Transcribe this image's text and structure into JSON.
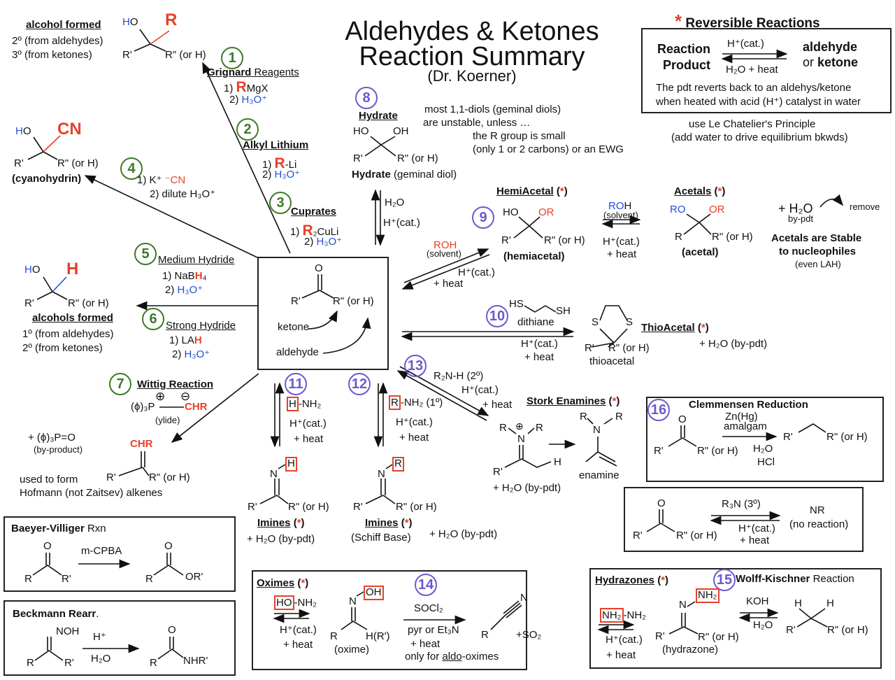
{
  "title": {
    "line1": "Aldehydes & Ketones",
    "line2": "Reaction Summary",
    "author": "(Dr. Koerner)"
  },
  "colors": {
    "red": "#e8402a",
    "blue": "#2050d8",
    "green": "#3c7a28",
    "purple": "#6a5ad0"
  },
  "center": {
    "o": "O",
    "r1": "R'",
    "r2": "R\" (or H)",
    "ketone": "ketone",
    "aldehyde": "aldehyde"
  },
  "reversible": {
    "star": "*",
    "header": "Reversible Reactions",
    "product1": "Reaction",
    "product2": "Product",
    "forward": "H⁺(cat.)",
    "reverse": "H₂O + heat",
    "aldehyde": "aldehyde",
    "or": "or",
    "ketone": "ketone",
    "note1": "The pdt reverts back to an aldehys/ketone",
    "note2": "when heated with acid (H⁺) catalyst in water",
    "le1": "use Le Chatelier's Principle",
    "le2": "(add water to drive equilibrium bkwds)"
  },
  "r1": {
    "num": "1",
    "name_bold": "Grignard",
    "name_rest": " Reagents",
    "s1a": "1) ",
    "s1r": "R",
    "s1b": "MgX",
    "s2a": "2) ",
    "s2b": "H₃O⁺",
    "product_title": "alcohol formed",
    "p1": "2º (from aldehydes)",
    "p2": "3º (from ketones)",
    "ho_h": "H",
    "ho_o": "O",
    "r": "R",
    "r1": "R'",
    "r2": "R\" (or H)"
  },
  "r2": {
    "num": "2",
    "name": "Alkyl Lithium",
    "s1a": "1) ",
    "s1r": "R",
    "s1b": "-Li",
    "s2a": "2) ",
    "s2b": "H₃O⁺"
  },
  "r3": {
    "num": "3",
    "name": "Cuprates",
    "s1a": "1) ",
    "s1r": "R",
    "s1b": "₂CuLi",
    "s2a": "2) ",
    "s2b": "H₃O⁺"
  },
  "r4": {
    "num": "4",
    "s1a": "1) K⁺ ",
    "s1b": "⁻CN",
    "s2": "2) dilute H₃O⁺",
    "ho_h": "H",
    "ho_o": "O",
    "cn": "CN",
    "r1": "R'",
    "r2": "R\" (or H)",
    "product": "(cyanohydrin)"
  },
  "r5": {
    "num": "5",
    "name": "Medium Hydride",
    "s1a": "1) NaB",
    "s1h": "H",
    "s1b": "₄",
    "s2a": "2) ",
    "s2b": "H₃O⁺",
    "ho_h": "H",
    "ho_o": "O",
    "h": "H",
    "r1": "R'",
    "r2": "R\" (or H)",
    "product_title": "alcohols formed",
    "p1": "1º (from aldehydes)",
    "p2": "2º (from ketones)"
  },
  "r6": {
    "num": "6",
    "name": "Strong Hydride",
    "s1a": "1) LA",
    "s1h": "H",
    "s2a": "2) ",
    "s2b": "H₃O⁺"
  },
  "r7": {
    "num": "7",
    "name": "Wittig Reaction",
    "ylide_a": "(ϕ)₃P",
    "ylide_b": "CHR",
    "plus": "⊕",
    "minus": "⊖",
    "ylide_label": "(ylide)",
    "byproduct": "+ (ϕ)₃P=O",
    "byproduct_label": "(by-product)",
    "chr": "CHR",
    "r1": "R'",
    "r2": "R\" (or H)",
    "note1": "used to form",
    "note2": "Hofmann (not Zaitsev) alkenes"
  },
  "r8": {
    "num": "8",
    "name": "Hydrate",
    "ho": "HO",
    "oh": "OH",
    "r1": "R'",
    "r2": "R\" (or H)",
    "label_bold": "Hydrate",
    "label_rest": " (geminal diol)",
    "note1": "most 1,1-diols (geminal diols)",
    "note2": "are unstable, unless …",
    "note3": "the R group is small",
    "note4": "(only 1 or 2 carbons) or an EWG",
    "c1": "H₂O",
    "c2": "H⁺(cat.)"
  },
  "r9": {
    "num": "9",
    "name": "HemiAcetal",
    "star": "*",
    "ho": "HO",
    "or": "OR",
    "r1": "R'",
    "r2": "R\" (or H)",
    "label": "(hemiacetal)",
    "c1": "ROH",
    "c2": "(solvent)",
    "c3": "H⁺(cat.)",
    "c4": "+ heat"
  },
  "acetal": {
    "name": "Acetals",
    "star": "*",
    "ro": "RO",
    "or": "OR",
    "r1": "R",
    "r2": "R\" (or H)",
    "label": "(acetal)",
    "c1a": "RO",
    "c1b": "H",
    "c2": "(solvent)",
    "c3": "H⁺(cat.)",
    "c4": "+ heat",
    "water": "+ H₂O",
    "bypdt": "by-pdt",
    "remove": "remove",
    "stable1": "Acetals are Stable",
    "stable2": "to nucleophiles",
    "stable3": "(even LAH)"
  },
  "r10": {
    "num": "10",
    "hs": "HS",
    "sh": "SH",
    "reagent": "dithiane",
    "c1": "H⁺(cat.)",
    "c2": "+ heat",
    "s": "S",
    "r1": "R'",
    "r2": "R\" (or H)",
    "label": "thioacetal",
    "name": "ThioAcetal",
    "star": "*",
    "bypdt": "+ H₂O (by-pdt)"
  },
  "r11": {
    "num": "11",
    "reagent_h": "H",
    "reagent_rest": "-NH₂",
    "c1": "H⁺(cat.)",
    "c2": "+ heat",
    "n": "N",
    "h": "H",
    "r1": "R'",
    "r2": "R\" (or H)",
    "name": "Imines",
    "star": "*",
    "bypdt": "+ H₂O (by-pdt)"
  },
  "r12": {
    "num": "12",
    "reagent_r": "R",
    "reagent_rest": "-NH₂ (1º)",
    "c1": "H⁺(cat.)",
    "c2": "+ heat",
    "n": "N",
    "r": "R",
    "r1": "R'",
    "r2": "R\" (or H)",
    "name": "Imines",
    "star": "*",
    "sub": "(Schiff Base)",
    "bypdt": "+ H₂O (by-pdt)"
  },
  "r13": {
    "num": "13",
    "reagent": "R₂N-H (2º)",
    "c1": "H⁺(cat.)",
    "c2": "+ heat",
    "name": "Stork Enamines",
    "star": "*",
    "n": "N",
    "plus": "⊕",
    "r": "R",
    "r1": "R'",
    "h": "H",
    "bypdt": "+ H₂O (by-pdt)",
    "label": "enamine"
  },
  "r14": {
    "name": "Oximes",
    "star": "*",
    "reagent_ho": "HO",
    "reagent_rest": "-NH₂",
    "c1": "H⁺(cat.)",
    "c2": "+ heat",
    "n": "N",
    "oh": "OH",
    "r": "R",
    "hr": "H(R')",
    "label": "(oxime)",
    "num": "14",
    "s1": "SOCl₂",
    "s2": "pyr or Et₃N",
    "s3": "+ heat",
    "s4a": "only for ",
    "s4b": "aldo",
    "s4c": "-oximes",
    "nitrile_r": "R",
    "nitrile_n": "N",
    "so2": "+SO₂"
  },
  "r15": {
    "name": "Hydrazones",
    "star": "*",
    "num": "15",
    "title_bold": "Wolff-Kischner",
    "title_rest": " Reaction",
    "reagent_a": "NH₂",
    "reagent_b": "-NH₂",
    "c1": "H⁺(cat.)",
    "c2": "+ heat",
    "n": "N",
    "nh2": "NH₂",
    "r1": "R'",
    "r2": "R\" (or H)",
    "label": "(hydrazone)",
    "koh": "KOH",
    "h2o": "H₂O",
    "h": "H"
  },
  "r16": {
    "num": "16",
    "name": "Clemmensen Reduction",
    "o": "O",
    "r1": "R'",
    "r2": "R\" (or H)",
    "c1": "Zn(Hg)",
    "c2": "amalgam",
    "c3": "H₂O",
    "c4": "HCl"
  },
  "nr": {
    "o": "O",
    "r1": "R'",
    "r2": "R\" (or H)",
    "reagent": "R₃N (3º)",
    "c1": "H⁺(cat.)",
    "c2": "+ heat",
    "result": "NR",
    "result_sub": "(no reaction)"
  },
  "bv": {
    "name_bold": "Baeyer-Villiger",
    "name_rest": " Rxn",
    "o": "O",
    "r": "R",
    "r1": "R'",
    "reagent": "m-CPBA",
    "or": "OR'"
  },
  "beckmann": {
    "name_bold": "Beckmann Rearr",
    "name_rest": ".",
    "noh": "NOH",
    "r": "R",
    "r1": "R'",
    "c1": "H⁺",
    "c2": "H₂O",
    "o": "O",
    "nhr": "NHR'"
  }
}
